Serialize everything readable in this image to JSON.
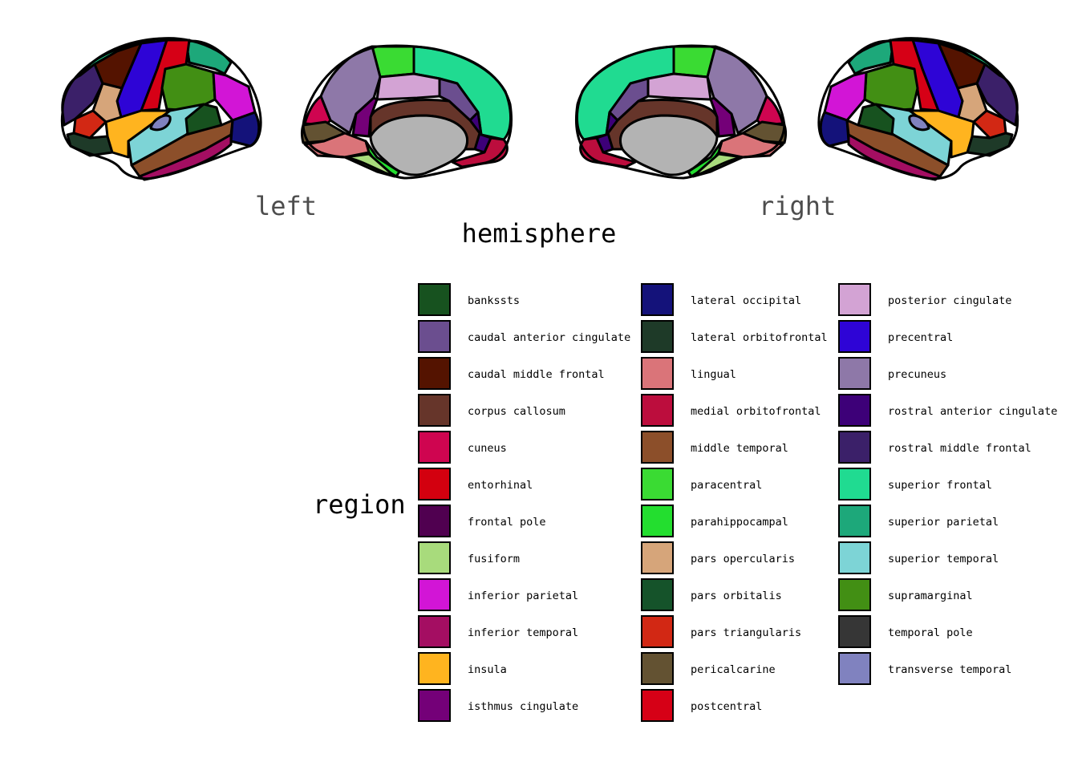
{
  "hemispheres": {
    "left_label": "left",
    "right_label": "right"
  },
  "axis_title": "hemisphere",
  "legend": {
    "title": "region",
    "columns": [
      [
        {
          "label": "bankssts",
          "color": "#17521F"
        },
        {
          "label": "caudal anterior cingulate",
          "color": "#6B4E8F"
        },
        {
          "label": "caudal middle frontal",
          "color": "#541300"
        },
        {
          "label": "corpus callosum",
          "color": "#66352A"
        },
        {
          "label": "cuneus",
          "color": "#CF0550"
        },
        {
          "label": "entorhinal",
          "color": "#D3000F"
        },
        {
          "label": "frontal pole",
          "color": "#500050"
        },
        {
          "label": "fusiform",
          "color": "#A8DB7C"
        },
        {
          "label": "inferior parietal",
          "color": "#D215D6"
        },
        {
          "label": "inferior temporal",
          "color": "#A40E62"
        },
        {
          "label": "insula",
          "color": "#FFB41F"
        },
        {
          "label": "isthmus cingulate",
          "color": "#740078"
        }
      ],
      [
        {
          "label": "lateral occipital",
          "color": "#14127A"
        },
        {
          "label": "lateral orbitofrontal",
          "color": "#1E3A28"
        },
        {
          "label": "lingual",
          "color": "#DA7479"
        },
        {
          "label": "medial orbitofrontal",
          "color": "#BC0D3D"
        },
        {
          "label": "middle temporal",
          "color": "#8C4F2A"
        },
        {
          "label": "paracentral",
          "color": "#3ADB33"
        },
        {
          "label": "parahippocampal",
          "color": "#23DE2F"
        },
        {
          "label": "pars opercularis",
          "color": "#D6A57A"
        },
        {
          "label": "pars orbitalis",
          "color": "#15532A"
        },
        {
          "label": "pars triangularis",
          "color": "#D22814"
        },
        {
          "label": "pericalcarine",
          "color": "#635232"
        },
        {
          "label": "postcentral",
          "color": "#D60016"
        }
      ],
      [
        {
          "label": "posterior cingulate",
          "color": "#D3A3D4"
        },
        {
          "label": "precentral",
          "color": "#2E04D6"
        },
        {
          "label": "precuneus",
          "color": "#8E78A8"
        },
        {
          "label": "rostral anterior cingulate",
          "color": "#3D0078"
        },
        {
          "label": "rostral middle frontal",
          "color": "#3B2069"
        },
        {
          "label": "superior frontal",
          "color": "#20DB91"
        },
        {
          "label": "superior parietal",
          "color": "#1DA87A"
        },
        {
          "label": "superior temporal",
          "color": "#7DD4D6"
        },
        {
          "label": "supramarginal",
          "color": "#428F14"
        },
        {
          "label": "temporal pole",
          "color": "#363636"
        },
        {
          "label": "transverse temporal",
          "color": "#8082BF"
        }
      ]
    ]
  },
  "colors": {
    "medial_wall": "#B3B3B3",
    "hemi_label": "#4d4d4d"
  }
}
